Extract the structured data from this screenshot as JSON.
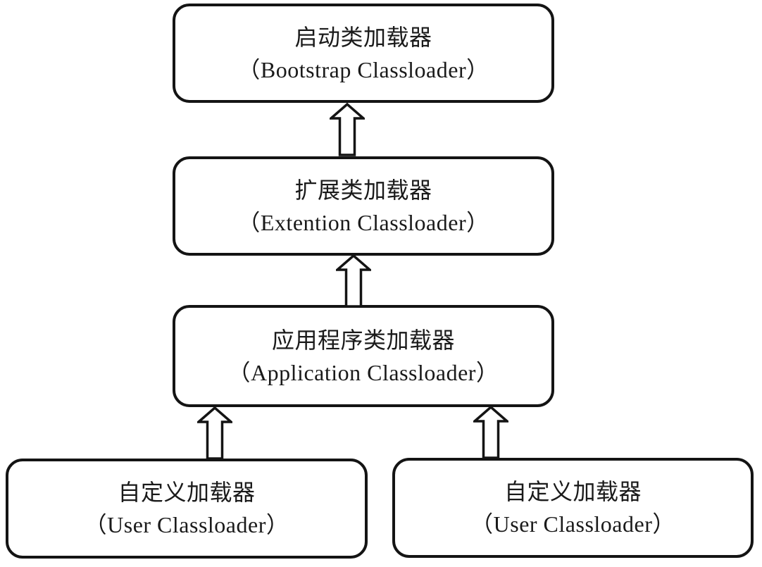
{
  "diagram_title": "",
  "colors": {
    "line": "#141414",
    "text": "#1a1a1a",
    "background": "#ffffff"
  },
  "nodes": [
    {
      "id": "bootstrap",
      "line1": "启动类加载器",
      "line2": "（Bootstrap Classloader）"
    },
    {
      "id": "extension",
      "line1": "扩展类加载器",
      "line2": "（Extention Classloader）"
    },
    {
      "id": "application",
      "line1": "应用程序类加载器",
      "line2": "（Application Classloader）"
    },
    {
      "id": "user-left",
      "line1": "自定义加载器",
      "line2": "（User Classloader）"
    },
    {
      "id": "user-right",
      "line1": "自定义加载器",
      "line2": "（User Classloader）"
    }
  ],
  "edges": [
    {
      "from": "extension",
      "to": "bootstrap",
      "direction": "up"
    },
    {
      "from": "application",
      "to": "extension",
      "direction": "up"
    },
    {
      "from": "user-left",
      "to": "application",
      "direction": "up"
    },
    {
      "from": "user-right",
      "to": "application",
      "direction": "up"
    }
  ]
}
